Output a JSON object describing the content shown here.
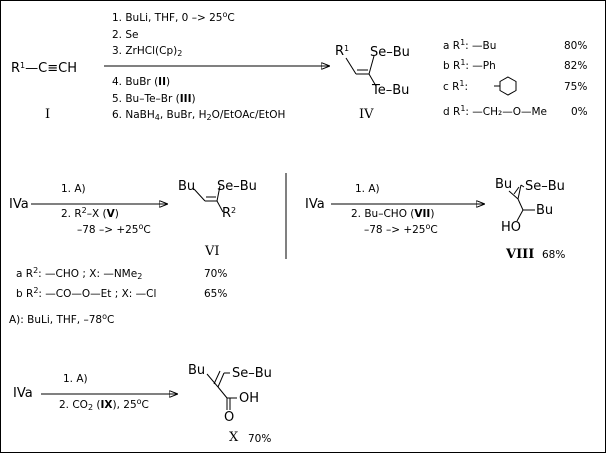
{
  "scheme1": {
    "reactant": {
      "r": "R",
      "sup": "1",
      "rest": "—C≡CH"
    },
    "reactant_label": "I",
    "steps_top": [
      {
        "pre": "1. BuLi, THF, 0 –> 25",
        "sup": "o",
        "post": "C"
      },
      {
        "text": "2. Se"
      },
      {
        "pre": "3. ZrHCl(Cp)",
        "sub": "2"
      }
    ],
    "steps_bottom": [
      {
        "pre": "4. BuBr  (",
        "roman": "II",
        "post": ")"
      },
      {
        "pre": "5. Bu–Te–Br  (",
        "roman": "III",
        "post": ")"
      },
      {
        "pre": "6. NaBH",
        "sub": "4",
        "post": ", BuBr, H",
        "sub2": "2",
        "post2": "O/EtOAc/EtOH"
      }
    ],
    "product": {
      "r": "R",
      "sup": "1",
      "se": "Se–Bu",
      "te": "Te–Bu"
    },
    "product_label": "IV",
    "variants": [
      {
        "letter": "a",
        "r": "R",
        "sup": "1",
        "sub": ": —Bu",
        "yield": "80%"
      },
      {
        "letter": "b",
        "r": "R",
        "sup": "1",
        "sub": ": —Ph",
        "yield": "82%"
      },
      {
        "letter": "c",
        "r": "R",
        "sup": "1",
        "sub": ":",
        "yield": "75%"
      },
      {
        "letter": "d",
        "r": "R",
        "sup": "1",
        "sub": ": —CH₂—O—Me",
        "yield": "0%"
      }
    ]
  },
  "scheme2": {
    "start": "IVa",
    "step1": "1. A)",
    "step2": {
      "pre": "2. R",
      "sup": "2",
      "mid": "–X  (",
      "roman": "V",
      "post": ")"
    },
    "step3": {
      "pre": "–78 –> +25",
      "sup": "o",
      "post": "C"
    },
    "product": {
      "bu": "Bu",
      "se": "Se–Bu",
      "r": "R",
      "sup": "2"
    },
    "product_label": "VI",
    "options": [
      {
        "pre": "a R",
        "sup": "2",
        "mid": ": —CHO ; X: —NMe",
        "sub": "2",
        "yield": "70%"
      },
      {
        "pre": "b R",
        "sup": "2",
        "mid": ": —CO—O—Et ; X: —Cl",
        "sub": "",
        "yield": "65%"
      }
    ],
    "footnote": {
      "pre": "A): BuLi, THF, –78",
      "sup": "o",
      "post": "C"
    }
  },
  "scheme3": {
    "start": "IVa",
    "step1": "1. A)",
    "step2": {
      "pre": "2. Bu–CHO  (",
      "roman": "VII",
      "post": ")"
    },
    "step3": {
      "pre": "–78 –> +25",
      "sup": "o",
      "post": "C"
    },
    "product": {
      "bu1": "Bu",
      "se": "Se–Bu",
      "bu2": "Bu",
      "ho": "HO"
    },
    "product_label": "VIII",
    "yield": "68%"
  },
  "scheme4": {
    "start": "IVa",
    "step1": "1. A)",
    "step2": {
      "pre": "2. CO",
      "sub": "2",
      "mid": " (",
      "roman": "IX",
      "post": "), 25",
      "sup": "o",
      "post2": "C"
    },
    "product": {
      "bu": "Bu",
      "se": "Se–Bu",
      "o": "O",
      "oh": "OH"
    },
    "product_label": "X",
    "yield": "70%"
  }
}
